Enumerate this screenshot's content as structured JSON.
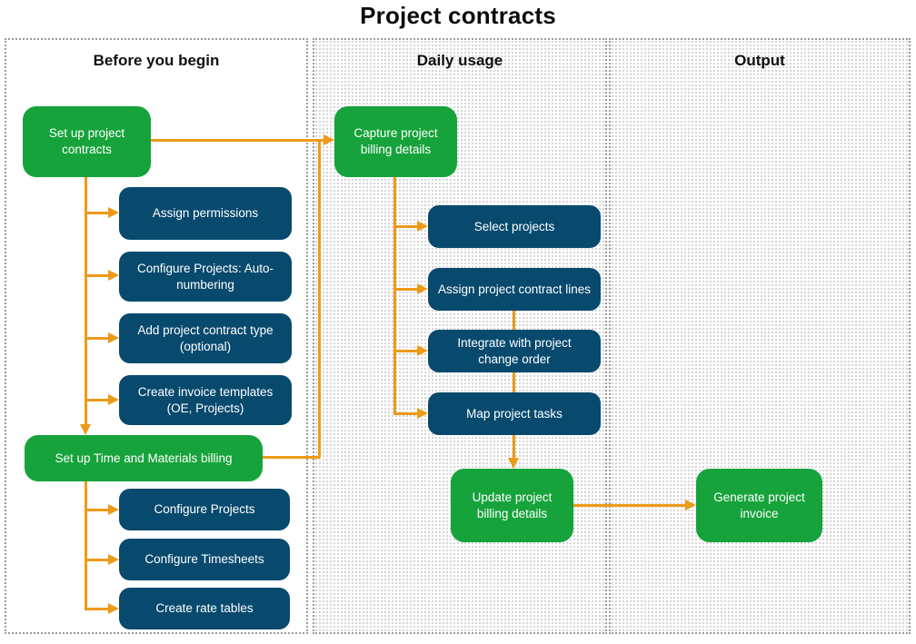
{
  "title": "Project contracts",
  "columns": [
    {
      "id": "before",
      "title": "Before you begin"
    },
    {
      "id": "daily",
      "title": "Daily usage"
    },
    {
      "id": "output",
      "title": "Output"
    }
  ],
  "nodes": {
    "setup_project_contracts": {
      "label": "Set up project contracts",
      "kind": "primary",
      "column": "before"
    },
    "assign_permissions": {
      "label": "Assign permissions",
      "kind": "task",
      "column": "before"
    },
    "configure_projects_auto_numbering": {
      "label": "Configure Projects: Auto-numbering",
      "kind": "task",
      "column": "before"
    },
    "add_project_contract_type": {
      "label": "Add project contract type (optional)",
      "kind": "task",
      "column": "before"
    },
    "create_invoice_templates": {
      "label": "Create invoice templates (OE, Projects)",
      "kind": "task",
      "column": "before"
    },
    "setup_time_materials_billing": {
      "label": "Set up Time and Materials billing",
      "kind": "primary",
      "column": "before"
    },
    "configure_projects": {
      "label": "Configure Projects",
      "kind": "task",
      "column": "before"
    },
    "configure_timesheets": {
      "label": "Configure Timesheets",
      "kind": "task",
      "column": "before"
    },
    "create_rate_tables": {
      "label": "Create rate tables",
      "kind": "task",
      "column": "before"
    },
    "capture_project_billing_details": {
      "label": "Capture project billing details",
      "kind": "primary",
      "column": "daily"
    },
    "select_projects": {
      "label": "Select projects",
      "kind": "task",
      "column": "daily"
    },
    "assign_project_contract_lines": {
      "label": "Assign project contract lines",
      "kind": "task",
      "column": "daily"
    },
    "integrate_with_project_change_order": {
      "label": "Integrate with project change order",
      "kind": "task",
      "column": "daily"
    },
    "map_project_tasks": {
      "label": "Map project tasks",
      "kind": "task",
      "column": "daily"
    },
    "update_project_billing_details": {
      "label": "Update project billing details",
      "kind": "primary",
      "column": "daily"
    },
    "generate_project_invoice": {
      "label": "Generate project invoice",
      "kind": "primary",
      "column": "output"
    }
  },
  "edges": [
    {
      "from": "setup_project_contracts",
      "to": "assign_permissions"
    },
    {
      "from": "setup_project_contracts",
      "to": "configure_projects_auto_numbering"
    },
    {
      "from": "setup_project_contracts",
      "to": "add_project_contract_type"
    },
    {
      "from": "setup_project_contracts",
      "to": "create_invoice_templates"
    },
    {
      "from": "setup_project_contracts",
      "to": "setup_time_materials_billing"
    },
    {
      "from": "setup_project_contracts",
      "to": "capture_project_billing_details"
    },
    {
      "from": "setup_time_materials_billing",
      "to": "configure_projects"
    },
    {
      "from": "setup_time_materials_billing",
      "to": "configure_timesheets"
    },
    {
      "from": "setup_time_materials_billing",
      "to": "create_rate_tables"
    },
    {
      "from": "setup_time_materials_billing",
      "to": "capture_project_billing_details"
    },
    {
      "from": "capture_project_billing_details",
      "to": "select_projects"
    },
    {
      "from": "capture_project_billing_details",
      "to": "assign_project_contract_lines"
    },
    {
      "from": "capture_project_billing_details",
      "to": "integrate_with_project_change_order"
    },
    {
      "from": "capture_project_billing_details",
      "to": "map_project_tasks"
    },
    {
      "from": "assign_project_contract_lines",
      "to": "integrate_with_project_change_order"
    },
    {
      "from": "integrate_with_project_change_order",
      "to": "map_project_tasks"
    },
    {
      "from": "map_project_tasks",
      "to": "update_project_billing_details"
    },
    {
      "from": "update_project_billing_details",
      "to": "generate_project_invoice"
    }
  ],
  "colors": {
    "primary": "#17A33B",
    "task": "#084A6E",
    "connector": "#ED9A18",
    "node_text": "#FFFFFF"
  }
}
